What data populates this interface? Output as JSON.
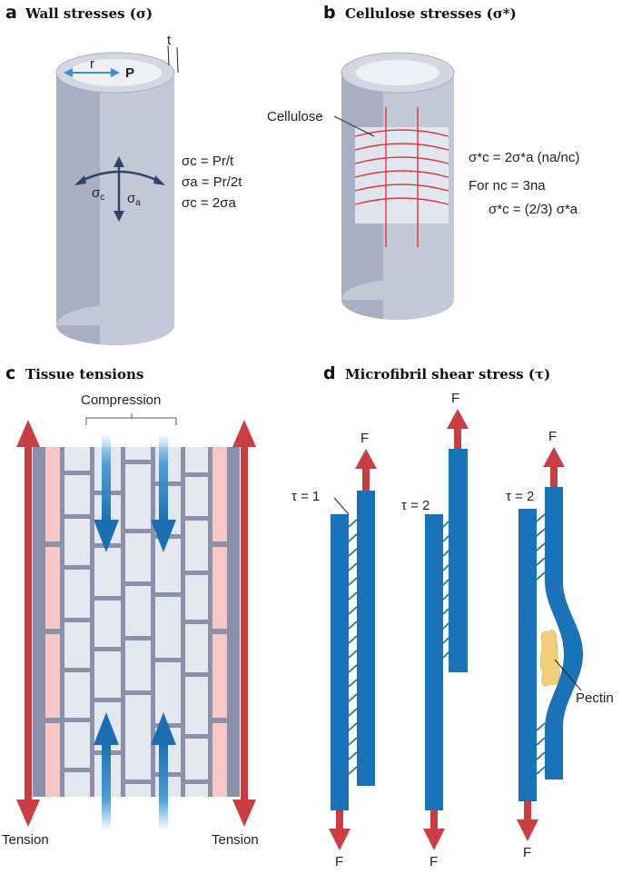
{
  "panels": {
    "a": {
      "letter": "a",
      "title": "Wall stresses (σ)",
      "r": "r",
      "P": "P",
      "t": "t",
      "sigma": "σ",
      "c": "c",
      "a_sub": "a",
      "eq1": "σc = Pr/t",
      "eq2": "σa = Pr/2t",
      "eq3": "σc = 2σa"
    },
    "b": {
      "letter": "b",
      "title": "Cellulose stresses (σ*)",
      "cellulose_label": "Cellulose",
      "eq1": "σ*c = 2σ*a (na/nc)",
      "eq2": "For nc = 3na",
      "eq3": "σ*c = (2/3) σ*a"
    },
    "c": {
      "letter": "c",
      "title": "Tissue tensions",
      "compression": "Compression",
      "tension_left": "Tension",
      "tension_right": "Tension"
    },
    "d": {
      "letter": "d",
      "title": "Microfibril shear stress (τ)",
      "tau1": "τ = 1",
      "tau2": "τ = 2",
      "tau3": "τ = 2",
      "F": "F",
      "pectin": "Pectin"
    }
  },
  "colors": {
    "cylinder_light": "#c3c8d6",
    "cylinder_dark": "#a7adc0",
    "cylinder_top": "#dfe3ec",
    "arrow_blue": "#3a97d3",
    "axis_arrow": "#2f4468",
    "cellulose_red": "#d9383c",
    "cell_fill": "#e3e7f0",
    "cell_wall": "#8a91a8",
    "pink": "#f7c7c7",
    "fibril_blue": "#1a73b8",
    "force_red": "#c93d43",
    "pectin": "#f0cf7d"
  }
}
